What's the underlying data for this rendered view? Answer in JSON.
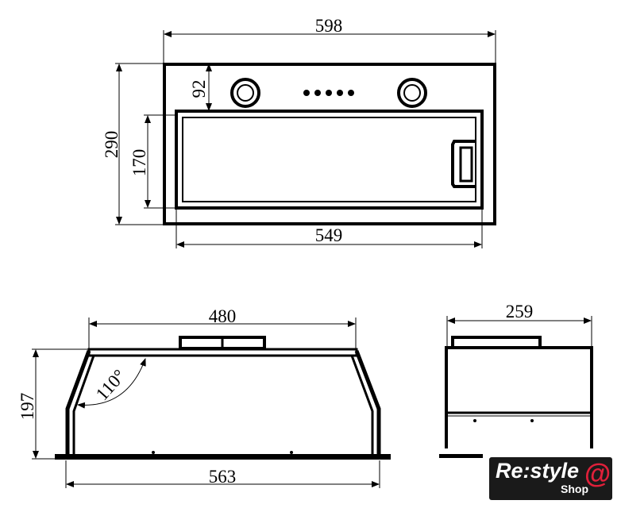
{
  "dimensions": {
    "top_width": "598",
    "top_depth": "290",
    "control_panel_depth": "92",
    "filter_depth": "170",
    "filter_width": "549",
    "front_top_width": "480",
    "front_height": "197",
    "front_base_width": "563",
    "side_depth": "259",
    "angle": "110°"
  },
  "logo": {
    "brand": "Re:style",
    "sub": "Shop",
    "accent": "#e0203a"
  }
}
